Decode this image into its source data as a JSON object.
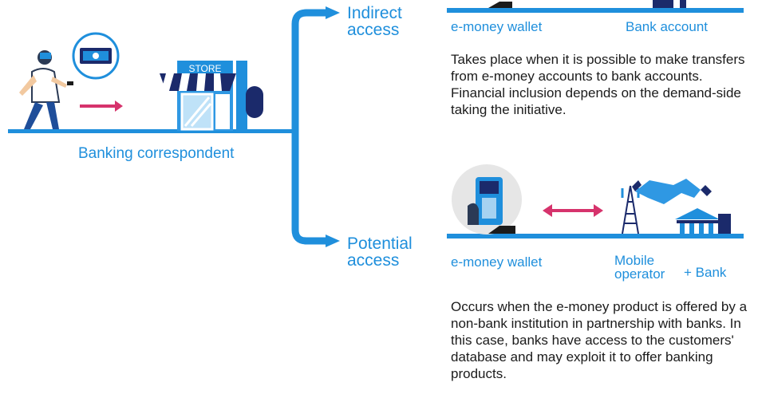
{
  "left": {
    "store_sign": "STORE",
    "caption": "Banking correspondent"
  },
  "indirect": {
    "label_line1": "Indirect",
    "label_line2": "access",
    "left_caption": "e-money wallet",
    "right_caption": "Bank account",
    "description": "Takes place when it is possible to make transfers from e-money accounts to bank accounts. Financial inclusion depends on the demand-side taking the initiative."
  },
  "potential": {
    "label_line1": "Potential",
    "label_line2": "access",
    "left_caption": "e-money wallet",
    "mid_caption_line1": "Mobile",
    "mid_caption_line2": "operator",
    "right_caption": "+ Bank",
    "description": "Occurs when the e-money product is offered by a non-bank institution in partnership with banks. In this case, banks have access to the customers' database and may exploit it to offer banking products."
  },
  "colors": {
    "primary_blue": "#1f8fdc",
    "dark_navy": "#1b2a6b",
    "pink_arrow": "#d6336c"
  }
}
